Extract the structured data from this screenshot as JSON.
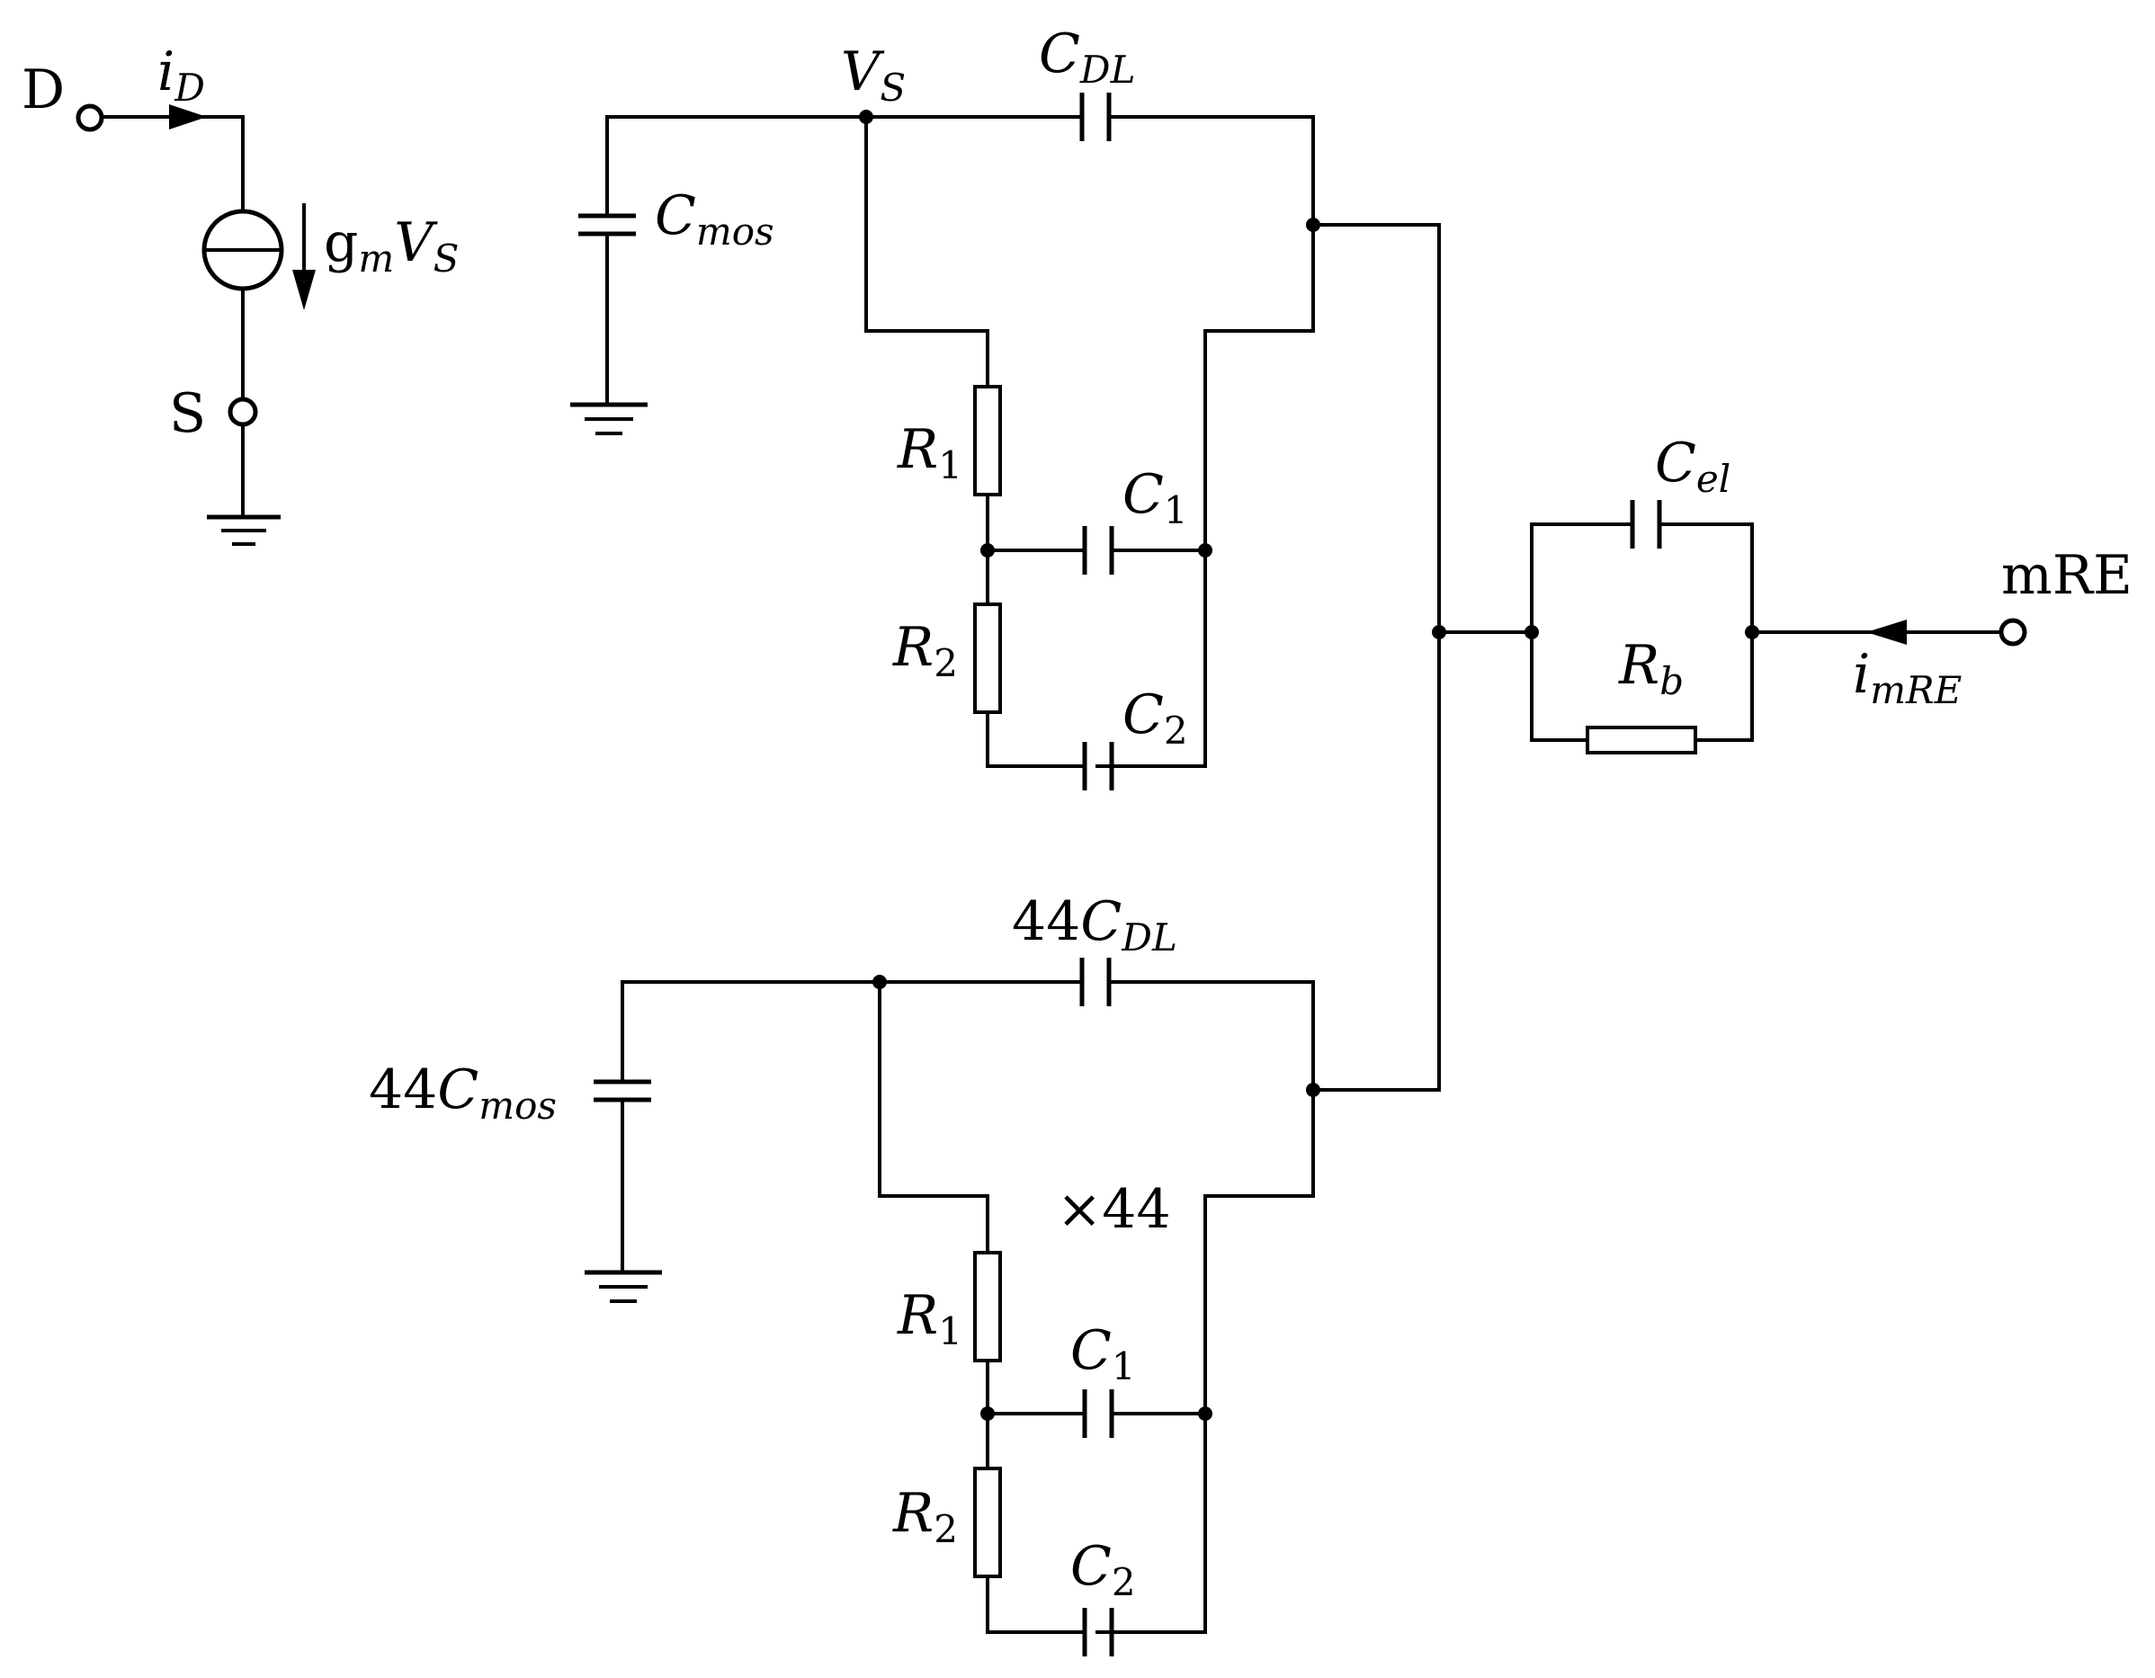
{
  "transistor": {
    "drain_terminal": "D",
    "source_terminal": "S",
    "drain_current": {
      "main": "i",
      "sub": "D"
    },
    "transconductance": {
      "g": "g",
      "m": "m",
      "v": "V",
      "s": "S"
    }
  },
  "top_network": {
    "node_vs": {
      "main": "V",
      "sub": "S"
    },
    "c_dl": {
      "main": "C",
      "sub": "DL"
    },
    "c_mos": {
      "main": "C",
      "sub": "mos"
    },
    "r1": {
      "main": "R",
      "sub": "1"
    },
    "r2": {
      "main": "R",
      "sub": "2"
    },
    "c1": {
      "main": "C",
      "sub": "1"
    },
    "c2": {
      "main": "C",
      "sub": "2"
    }
  },
  "bottom_network": {
    "c_dl": {
      "prefix": "44",
      "main": "C",
      "sub": "DL"
    },
    "c_mos": {
      "prefix": "44",
      "main": "C",
      "sub": "mos"
    },
    "multiplier": "×44",
    "r1": {
      "main": "R",
      "sub": "1"
    },
    "r2": {
      "main": "R",
      "sub": "2"
    },
    "c1": {
      "main": "C",
      "sub": "1"
    },
    "c2": {
      "main": "C",
      "sub": "2"
    }
  },
  "electrode": {
    "c_el": {
      "main": "C",
      "sub": "el"
    },
    "r_b": {
      "main": "R",
      "sub": "b"
    },
    "terminal": "mRE",
    "current": {
      "main": "i",
      "sub": "mRE"
    }
  }
}
